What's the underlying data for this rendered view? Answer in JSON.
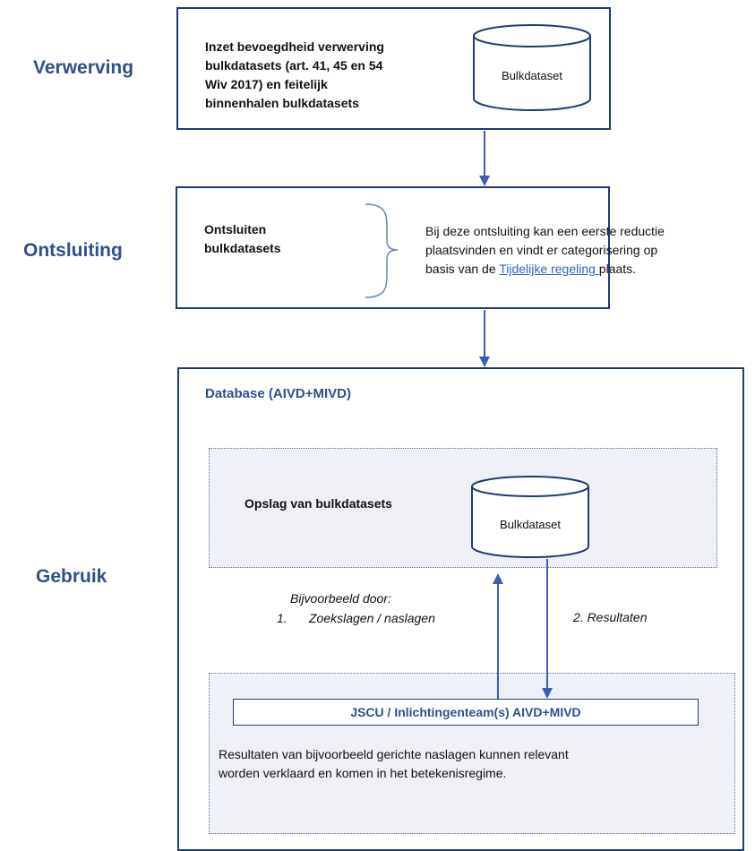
{
  "phases": {
    "verwerving": "Verwerving",
    "ontsluiting": "Ontsluiting",
    "gebruik": "Gebruik"
  },
  "box1": {
    "text": [
      "Inzet bevoegdheid verwerving",
      "bulkdatasets (art. 41, 45 en 54",
      "Wiv 2017) en feitelijk",
      "binnenhalen bulkdatasets"
    ],
    "cylinder_label": "Bulkdataset"
  },
  "box2": {
    "left_text": [
      "Ontsluiten",
      "bulkdatasets"
    ],
    "right_text_1": "Bij deze ontsluiting kan een eerste reductie",
    "right_text_2": "plaatsvinden en vindt er categorisering op",
    "right_text_3_prefix": "basis van de ",
    "right_text_3_link": "Tijdelijke regeling ",
    "right_text_3_suffix": "plaats."
  },
  "box3": {
    "title": "Database (AIVD+MIVD)",
    "storage_label": "Opslag van bulkdatasets",
    "cylinder_label": "Bulkdataset",
    "example_heading": "Bijvoorbeeld door:",
    "example_item_number": "1.",
    "example_item_text": "Zoekslagen / naslagen",
    "results_label": "2. Resultaten",
    "jscu_label": "JSCU / Inlichtingenteam(s) AIVD+MIVD",
    "bottom_text": [
      "Resultaten van bijvoorbeeld gerichte naslagen kunnen relevant",
      "worden verklaard en komen in het betekenisregime."
    ]
  },
  "colors": {
    "phase_text": "#2f4f8f",
    "box_border": "#1f3b73",
    "arrow": "#3a5db5",
    "link": "#2f62c5"
  }
}
